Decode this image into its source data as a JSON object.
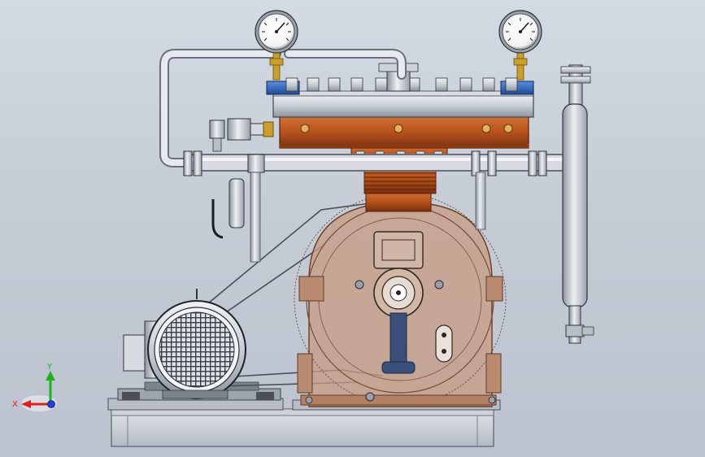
{
  "viewport": {
    "background_top": "#d4dae3",
    "background_bottom": "#bcc3ce"
  },
  "colors": {
    "flange_blue": "#2f63b8",
    "copper_orange": "#b8531c",
    "copper_dark": "#8a3a12",
    "crankcase_tint": "#c79b82",
    "steel_light": "#e4e7ec",
    "steel_mid": "#b8bec8",
    "steel_dark": "#6a717c",
    "brass": "#c9a030",
    "axis_x": "#e02020",
    "axis_y": "#20b020",
    "axis_z": "#2040e0"
  },
  "triad": {
    "x_label": "X",
    "y_label": "Y"
  },
  "gauges": [
    {
      "id": "left"
    },
    {
      "id": "right"
    }
  ]
}
